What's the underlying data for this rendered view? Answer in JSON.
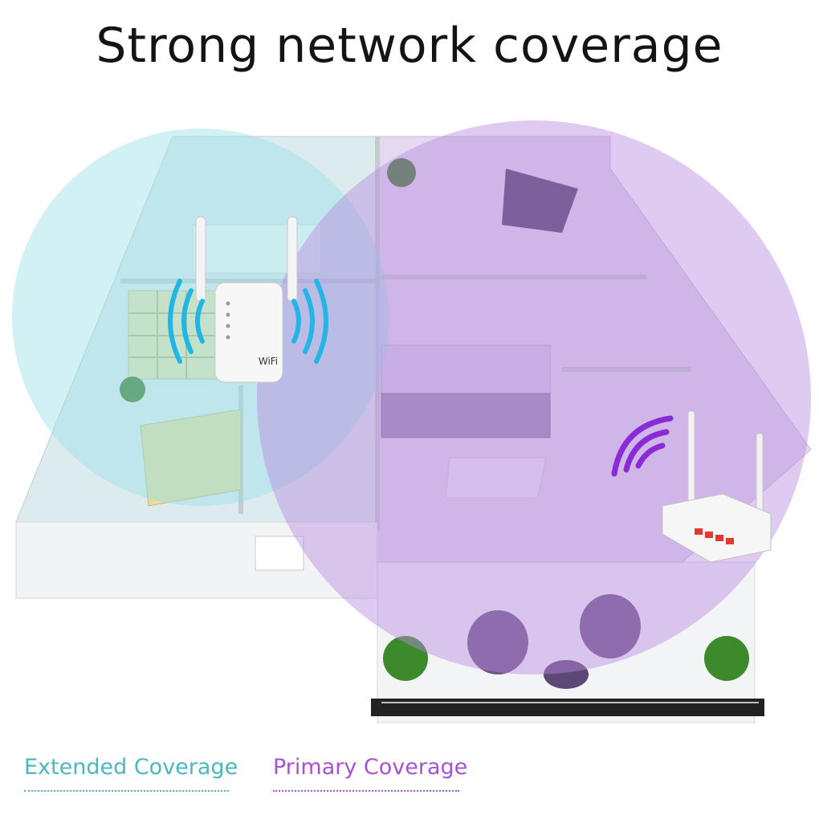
{
  "title": "Strong network coverage",
  "legend": {
    "extended": {
      "label": "Extended Coverage",
      "color": "#49b8c2"
    },
    "primary": {
      "label": "Primary Coverage",
      "color": "#a453d3"
    }
  },
  "device_labels": {
    "extender_badge": "WiFi"
  }
}
